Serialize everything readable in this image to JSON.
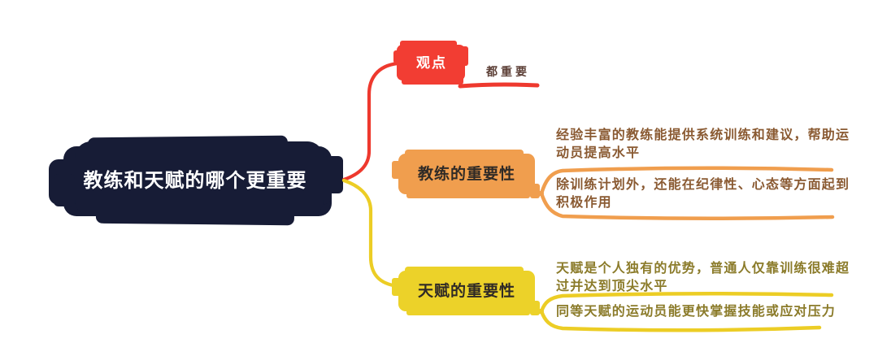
{
  "mindmap": {
    "root": {
      "label": "教练和天赋的哪个更重要",
      "bg_color": "#171c36",
      "text_color": "#ffffff"
    },
    "branches": [
      {
        "name": "viewpoint",
        "label": "观点",
        "branch_color": "#f23d33",
        "label_color": "#ffffff",
        "children": [
          {
            "lines": [
              "都重要"
            ],
            "text_color": "#5d4037"
          }
        ]
      },
      {
        "name": "coach-importance",
        "label": "教练的重要性",
        "branch_color": "#f09e4e",
        "label_color": "#2f2a26",
        "children": [
          {
            "lines": [
              "经验丰富的教练能提供系统训练和建议，帮助运",
              "动员提高水平"
            ],
            "text_color": "#8a5a32"
          },
          {
            "lines": [
              "除训练计划外，还能在纪律性、心态等方面起到",
              "积极作用"
            ],
            "text_color": "#8a5a32"
          }
        ]
      },
      {
        "name": "talent-importance",
        "label": "天赋的重要性",
        "branch_color": "#ecd229",
        "label_color": "#2f2a26",
        "children": [
          {
            "lines": [
              "天赋是个人独有的优势，普通人仅靠训练很难超",
              "过并达到顶尖水平"
            ],
            "text_color": "#8b7b2a"
          },
          {
            "lines": [
              "同等天赋的运动员能更快掌握技能或应对压力"
            ],
            "text_color": "#8b7b2a"
          }
        ]
      }
    ]
  }
}
